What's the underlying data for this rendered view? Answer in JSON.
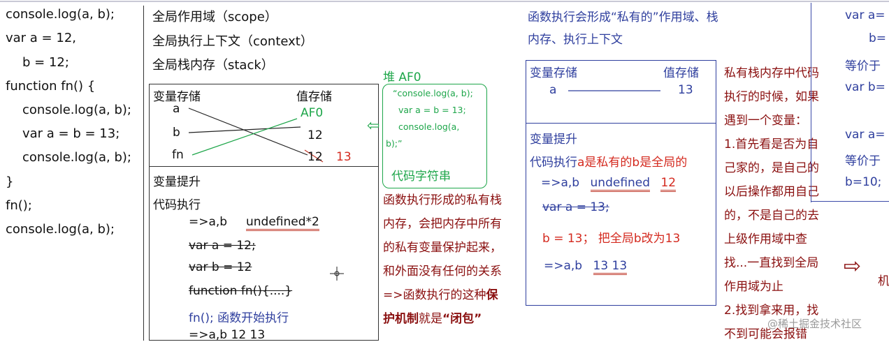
{
  "code_lines": [
    "console.log(a, b);",
    "var a = 12,",
    "b = 12;",
    "function fn() {",
    "console.log(a, b);",
    "var a = b = 13;",
    "console.log(a, b);",
    "}",
    "fn();",
    "console.log(a, b);"
  ],
  "global": {
    "scope": "全局作用域（scope）",
    "context": "全局执行上下文（context）",
    "stack": "全局栈内存（stack）",
    "var_store": "变量存储",
    "val_store": "值存储",
    "vars": [
      "a",
      "b",
      "fn"
    ],
    "af0": "AF0",
    "val1": "12",
    "val2": "12",
    "val_new": "13",
    "hoist": "变量提升",
    "exec": "代码执行",
    "step1_prefix": "=>a,b",
    "step1_value": "undefined*2",
    "step2": "var a = 12;",
    "step3": "var b = 12",
    "step4": "function fn(){....}",
    "step5": "fn();  函数开始执行",
    "step6": "=>a,b   12  13"
  },
  "heap": {
    "title": "堆 AF0",
    "code_lines": [
      "“console.log(a, b);",
      "var a = b = 13;",
      "console.log(a,",
      "b);”"
    ],
    "label": "代码字符串",
    "arrow": "⇦"
  },
  "closure_text": {
    "lines": [
      "函数执行形成的私有栈",
      "内存，会把内存中所有",
      "的私有变量保护起来，",
      "和外面没有任何的关系"
    ],
    "line5_prefix": "=>函数执行的这种",
    "line5_bold": "保",
    "line6_bold1": "护机制",
    "line6_mid": "就是",
    "line6_bold2": "“闭包”"
  },
  "private": {
    "title_line1": "函数执行会形成“私有的”作用域、栈",
    "title_line2": "内存、执行上下文",
    "var_store": "变量存储",
    "val_store": "值存储",
    "var_a": "a",
    "val_a": "13",
    "hoist": "变量提升",
    "exec": "代码执行",
    "exec_note": "a是私有的b是全局的",
    "s1_prefix": "=>a,b",
    "s1_value": "undefined",
    "s1_extra": "12",
    "s2": "var a = 13;",
    "s3": "b = 13；  把全局b改为13",
    "s4_prefix": "=>a,b",
    "s4_value": "13   13"
  },
  "lookup": {
    "lines": [
      "私有栈内存中代码",
      "执行的时候，如果",
      "遇到一个变量：",
      "1.首先看是否为自",
      "己家的，是自己的",
      "以后操作都用自己",
      "的，不是自己的去",
      "上级作用域中查",
      "找...一直找到全局",
      "作用域为止",
      "2.找到拿来用，找",
      "不到可能会报错"
    ],
    "arrow": "⇨",
    "cut_letter": "机"
  },
  "right_fragment": {
    "lines": [
      "var a=",
      "b=",
      "等价于",
      "var b=",
      "var a=",
      "等价于",
      "b=10;"
    ]
  },
  "watermark": "@稀土掘金技术社区"
}
